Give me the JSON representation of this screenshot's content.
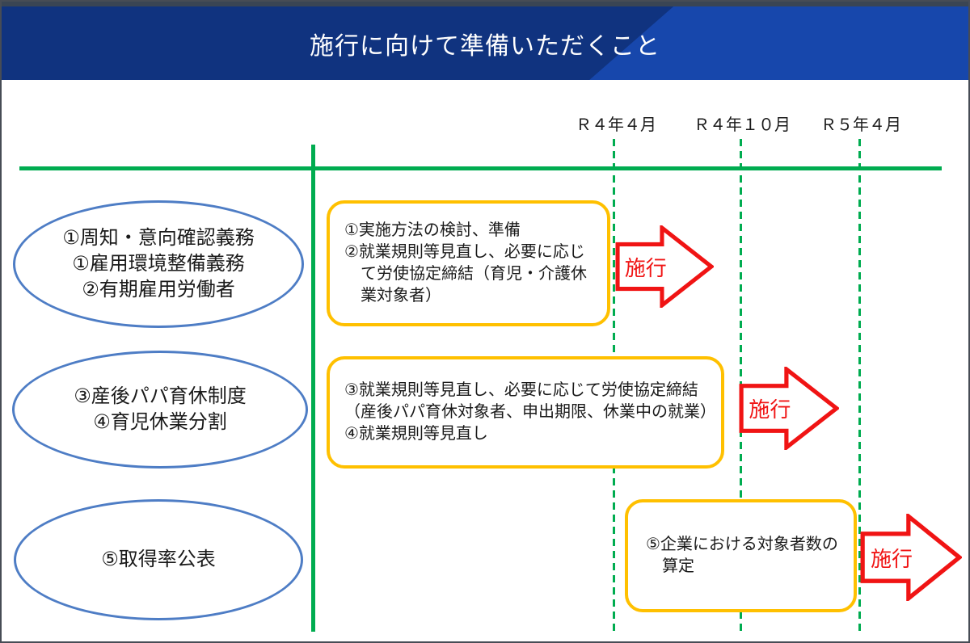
{
  "header": {
    "title": "施行に向けて準備いただくこと"
  },
  "timeline": {
    "dates": [
      {
        "label": "Ｒ４年４月"
      },
      {
        "label": "Ｒ４年１０月"
      },
      {
        "label": "Ｒ５年４月"
      }
    ]
  },
  "rows": [
    {
      "ellipse_lines": [
        "①周知・意向確認義務",
        "①雇用環境整備義務",
        "②有期雇用労働者"
      ],
      "box_lines": [
        "①実施方法の検討、準備",
        "②就業規則等見直し、必要に応じ",
        "　て労使協定締結（育児・介護休",
        "　業対象者）"
      ],
      "arrow_label": "施行"
    },
    {
      "ellipse_lines": [
        "③産後パパ育休制度",
        "④育児休業分割"
      ],
      "box_lines": [
        "③就業規則等見直し、必要に応じて労使協定締結",
        "（産後パパ育休対象者、申出期限、休業中の就業）",
        "④就業規則等見直し"
      ],
      "arrow_label": "施行"
    },
    {
      "ellipse_lines": [
        "⑤取得率公表"
      ],
      "box_lines": [
        "⑤企業における対象者数の",
        "　算定"
      ],
      "arrow_label": "施行"
    }
  ],
  "colors": {
    "header_blue": "#1747AC",
    "header_blue_dark": "#10337F",
    "top_strip": "#3A4554",
    "timeline_green": "#00AC50",
    "ellipse_blue": "#4E7DC5",
    "box_yellow": "#FFC000",
    "arrow_red": "#F01414",
    "text_dark": "#1A1A1A",
    "title_white": "#FFFFFF"
  }
}
